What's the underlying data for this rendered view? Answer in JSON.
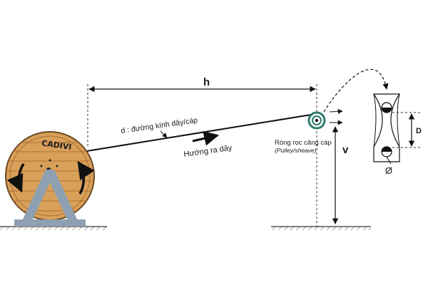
{
  "labels": {
    "h": "h",
    "v": "v",
    "D": "D",
    "diameter_symbol": "Ø",
    "d_label": "d : đường kính dây/cáp",
    "direction_label": "Hướng ra dây",
    "pulley_label": "Ròng rọc căng cáp",
    "pulley_sublabel": "(Pulley/sheave)",
    "brand": "CADIVI"
  },
  "colors": {
    "reel_wood": "#d9a05a",
    "reel_wood_dark": "#b9793a",
    "stand": "#8ea0b1",
    "pulley": "#2f7b6d",
    "line": "#111111"
  }
}
